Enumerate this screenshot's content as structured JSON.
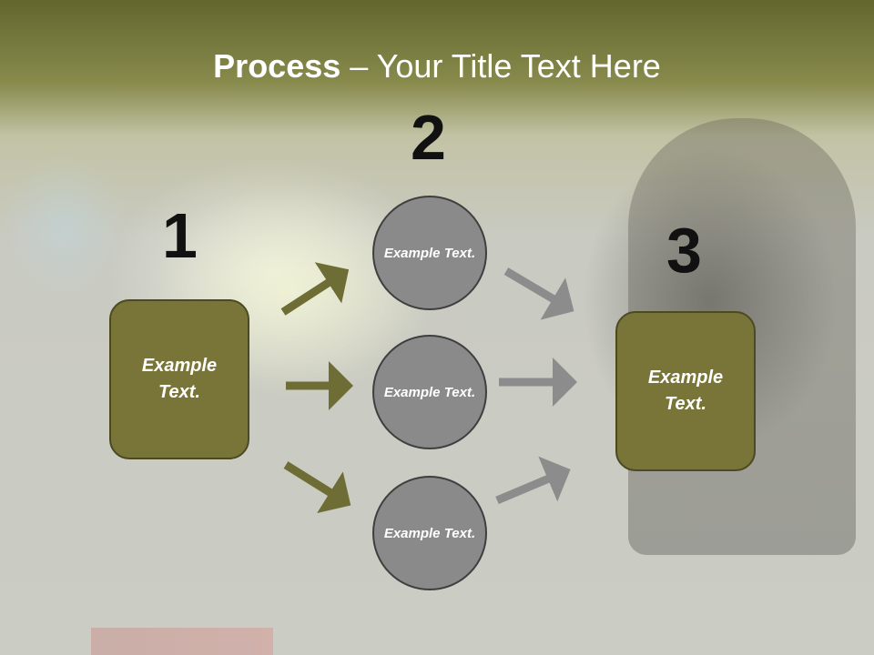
{
  "title": {
    "bold": "Process",
    "rest": " – Your Title Text Here"
  },
  "steps": [
    {
      "number": "1",
      "label": "Example Text."
    },
    {
      "number": "2",
      "label": ""
    },
    {
      "number": "3",
      "label": "Example Text."
    }
  ],
  "circles": [
    {
      "label": "Example Text."
    },
    {
      "label": "Example Text."
    },
    {
      "label": "Example Text."
    }
  ],
  "colors": {
    "box": "#797538",
    "circle": "#8a8a8a",
    "arrow_left": "#6f6d36",
    "arrow_right": "#8c8c8c"
  }
}
